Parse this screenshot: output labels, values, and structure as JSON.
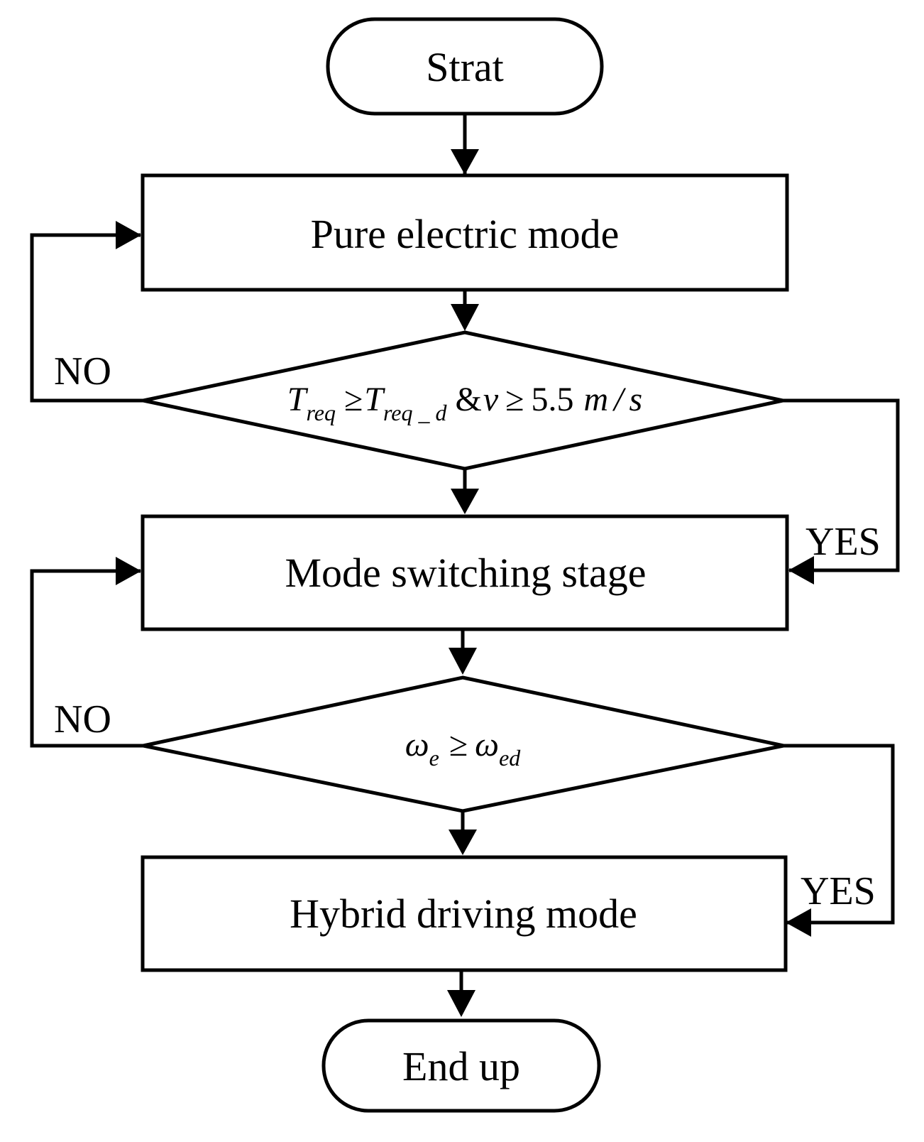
{
  "nodes": {
    "start": "Strat",
    "pure_electric": "Pure electric mode",
    "mode_switching": "Mode switching stage",
    "hybrid_driving": "Hybrid driving mode",
    "end": "End up"
  },
  "decisions": {
    "d1": {
      "t": "T",
      "t_sub": "req",
      "geq": "≥",
      "t2": "T",
      "t2_sub": "req _ d",
      "and": "&",
      "v": "v",
      "geq2": "≥",
      "speed": "5.5",
      "m": "m",
      "slash": "/",
      "s": "s"
    },
    "d2": {
      "w": "ω",
      "w_sub": "e",
      "geq": "≥",
      "w2": "ω",
      "w2_sub": "ed"
    }
  },
  "branch_labels": {
    "d1_no": "NO",
    "d1_yes": "YES",
    "d2_no": "NO",
    "d2_yes": "YES"
  },
  "colors": {
    "stroke": "#000000",
    "fill": "#ffffff"
  }
}
